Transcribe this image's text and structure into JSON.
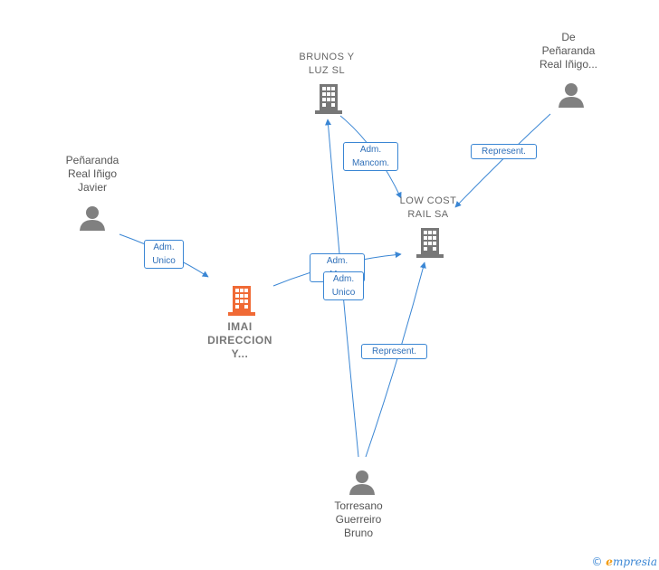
{
  "colors": {
    "edge": "#3a86d4",
    "company_icon": "#777777",
    "person_icon": "#808080",
    "highlight_company_icon": "#f06a35"
  },
  "nodes": {
    "brunos": {
      "type": "company",
      "lines": [
        "BRUNOS Y",
        "LUZ  SL"
      ]
    },
    "de_penaranda": {
      "type": "person",
      "lines": [
        "De",
        "Peñaranda",
        "Real Iñigo..."
      ]
    },
    "penaranda_javier": {
      "type": "person",
      "lines": [
        "Peñaranda",
        "Real Iñigo",
        "Javier"
      ]
    },
    "low_cost": {
      "type": "company",
      "lines": [
        "LOW COST",
        "RAIL SA"
      ]
    },
    "imai": {
      "type": "company-highlight",
      "lines": [
        "IMAI",
        "DIRECCION",
        "Y..."
      ]
    },
    "torresano": {
      "type": "person",
      "lines": [
        "Torresano",
        "Guerreiro",
        "Bruno"
      ]
    }
  },
  "edges": {
    "adm_mancom": {
      "lines": [
        "Adm.",
        "Mancom."
      ]
    },
    "represent_de": {
      "lines": [
        "Represent."
      ]
    },
    "adm_unico_javier": {
      "lines": [
        "Adm.",
        "Unico"
      ]
    },
    "adm_imai_lowcost": {
      "lines": [
        "Adm.",
        "M..."
      ]
    },
    "adm_unico_torresano": {
      "lines": [
        "Adm.",
        "Unico"
      ]
    },
    "represent_torresano": {
      "lines": [
        "Represent."
      ]
    }
  },
  "brand": {
    "copyright": "©",
    "name_initial": "e",
    "name_rest": "mpresia"
  }
}
